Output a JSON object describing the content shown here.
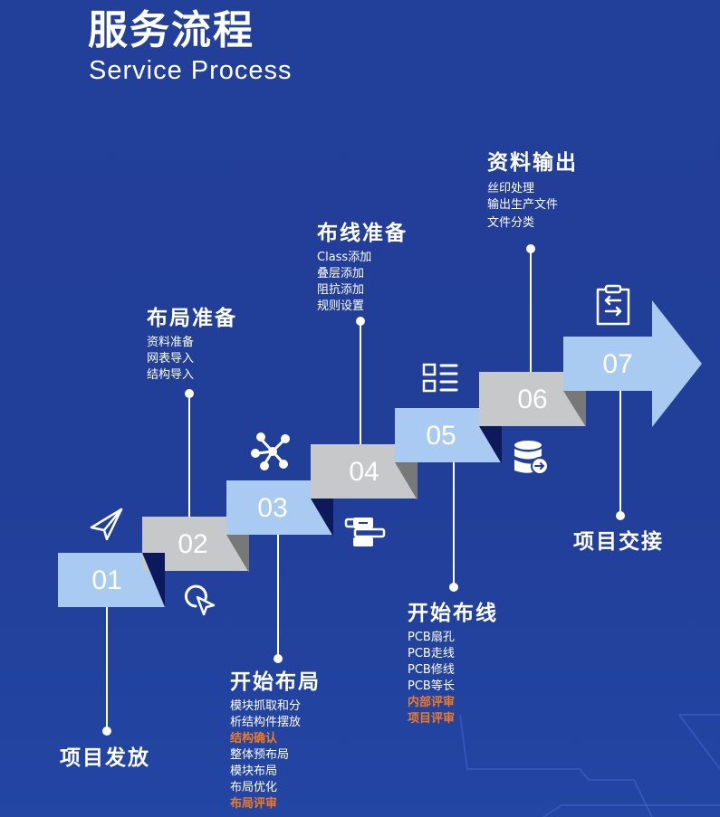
{
  "header": {
    "title": "服务流程",
    "subtitle": "Service Process"
  },
  "colors": {
    "background": "#213e98",
    "step_light": "#a9cbf2",
    "step_gray": "#c7c8ca",
    "fold_dark": "#0c1a5c",
    "fold_gray": "#787878",
    "highlight": "#f07a24"
  },
  "steps": [
    {
      "number": "01",
      "title": "项目发放",
      "items": [],
      "icon": "paper-plane-icon"
    },
    {
      "number": "02",
      "title": "布局准备",
      "items": [
        {
          "text": "资料准备"
        },
        {
          "text": "网表导入"
        },
        {
          "text": "结构导入"
        }
      ],
      "icon": "cursor-click-icon"
    },
    {
      "number": "03",
      "title": "开始布局",
      "items": [
        {
          "text": "模块抓取和分"
        },
        {
          "text": "析结构件摆放"
        },
        {
          "text": "结构确认",
          "highlight": true
        },
        {
          "text": "整体预布局"
        },
        {
          "text": "模块布局"
        },
        {
          "text": "布局优化"
        },
        {
          "text": "布局评审",
          "highlight": true
        }
      ],
      "icon": "network-hub-icon"
    },
    {
      "number": "04",
      "title": "布线准备",
      "items": [
        {
          "text": "Class添加"
        },
        {
          "text": "叠层添加"
        },
        {
          "text": "阻抗添加"
        },
        {
          "text": "规则设置"
        }
      ],
      "icon": "database-schema-icon"
    },
    {
      "number": "05",
      "title": "开始布线",
      "items": [
        {
          "text": "PCB扇孔"
        },
        {
          "text": "PCB走线"
        },
        {
          "text": "PCB修线"
        },
        {
          "text": "PCB等长"
        },
        {
          "text": "内部评审",
          "highlight": true
        },
        {
          "text": "项目评审",
          "highlight": true
        }
      ],
      "icon": "checklist-icon"
    },
    {
      "number": "06",
      "title": "资料输出",
      "items": [
        {
          "text": "丝印处理"
        },
        {
          "text": "输出生产文件"
        },
        {
          "text": "文件分类"
        }
      ],
      "icon": "database-export-icon"
    },
    {
      "number": "07",
      "title": "项目交接",
      "items": [],
      "icon": "clipboard-transfer-icon"
    }
  ]
}
